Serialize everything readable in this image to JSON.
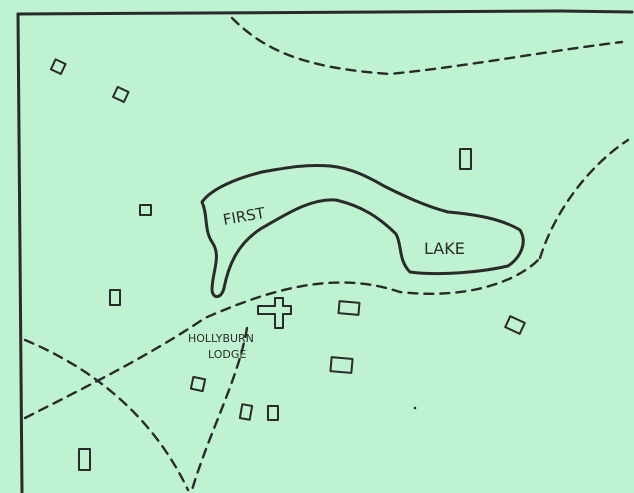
{
  "map": {
    "labels": {
      "lake_left": "FIRST",
      "lake_right": "LAKE",
      "lodge_line1": "HOLLYBURN",
      "lodge_line2": "LODGE"
    },
    "colors": {
      "paper": "#bff2d0",
      "ink": "#2a2a2a"
    },
    "features": [
      "lake-outline",
      "trail-dashed",
      "building-outline",
      "lodge-cross-outline"
    ]
  }
}
